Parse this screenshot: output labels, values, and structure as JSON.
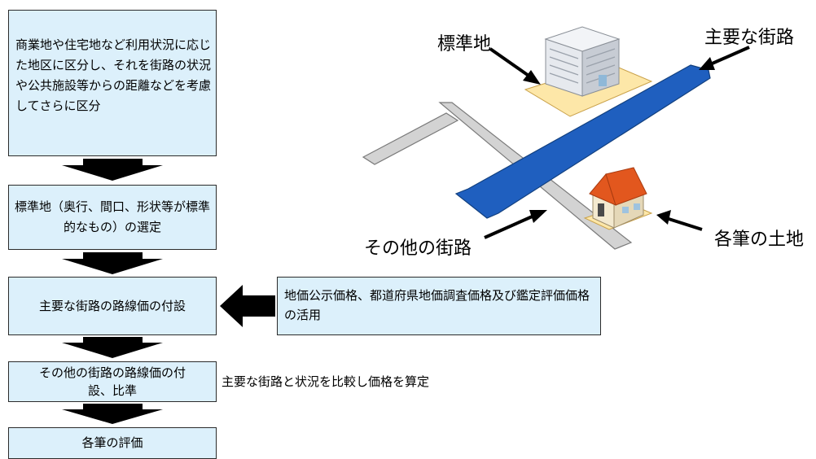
{
  "flow": {
    "step1": "商業地や住宅地など利用状況に応じた地区に区分し、それを街路の状況や公共施設等からの距離などを考慮してさらに区分",
    "step2": "標準地（奥行、間口、形状等が標準的なもの）の選定",
    "step3": "主要な街路の路線価の付設",
    "step4": "その他の街路の路線価の付設、比準",
    "step5": "各筆の評価"
  },
  "side_box": "地価公示価格、都道府県地価調査価格及び鑑定評価価格の活用",
  "side_note": "主要な街路と状況を比較し価格を算定",
  "illustration": {
    "standard_land": "標準地",
    "main_street": "主要な街路",
    "other_street": "その他の街路",
    "each_lot": "各筆の土地"
  },
  "colors": {
    "box_fill": "#dcf0fb",
    "arrow": "#000000",
    "main_street": "#1f5fbf",
    "other_street": "#cfcfcf",
    "lot": "#fde7a8",
    "roof": "#e2571e"
  }
}
